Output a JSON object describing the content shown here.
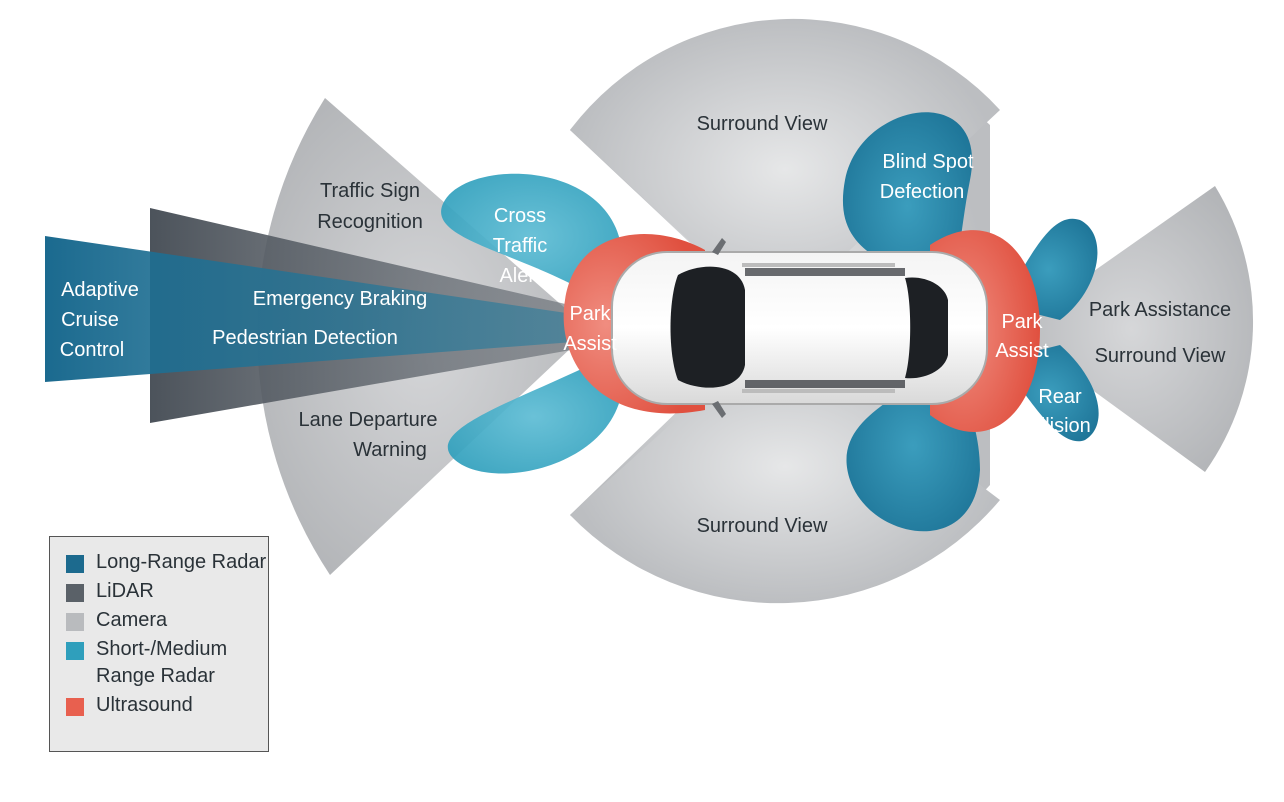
{
  "colors": {
    "long_range_radar": "#1c6a8e",
    "lidar": "#5a6168",
    "camera": "#b9bbbe",
    "short_medium_radar": "#2f9fbc",
    "ultrasound": "#e8604f"
  },
  "labels": {
    "surround_view_top": "Surround View",
    "surround_view_bottom": "Surround View",
    "traffic_sign": [
      "Traffic Sign",
      "Recognition"
    ],
    "cross_traffic": [
      "Cross",
      "Traffic",
      "Alert"
    ],
    "blind_spot": [
      "Blind Spot",
      "Defection"
    ],
    "adaptive_cruise": [
      "Adaptive",
      "Cruise",
      "Control"
    ],
    "emergency_braking": "Emergency Braking",
    "pedestrian_detection": "Pedestrian Detection",
    "park_assist_front": [
      "Park",
      "Assist"
    ],
    "park_assist_rear": [
      "Park",
      "Assist"
    ],
    "park_assistance": "Park Assistance",
    "surround_view_rear": "Surround View",
    "rear_collision": [
      "Rear",
      "Collision"
    ],
    "lane_departure": [
      "Lane Departure",
      "Warning"
    ]
  },
  "legend": [
    {
      "label": "Long-Range Radar",
      "color": "#1c6a8e"
    },
    {
      "label": "LiDAR",
      "color": "#5a6168"
    },
    {
      "label": "Camera",
      "color": "#b9bbbe"
    },
    {
      "label": "Short-/Medium Range Radar",
      "color": "#2f9fbc"
    },
    {
      "label": "Ultrasound",
      "color": "#e8604f"
    }
  ]
}
